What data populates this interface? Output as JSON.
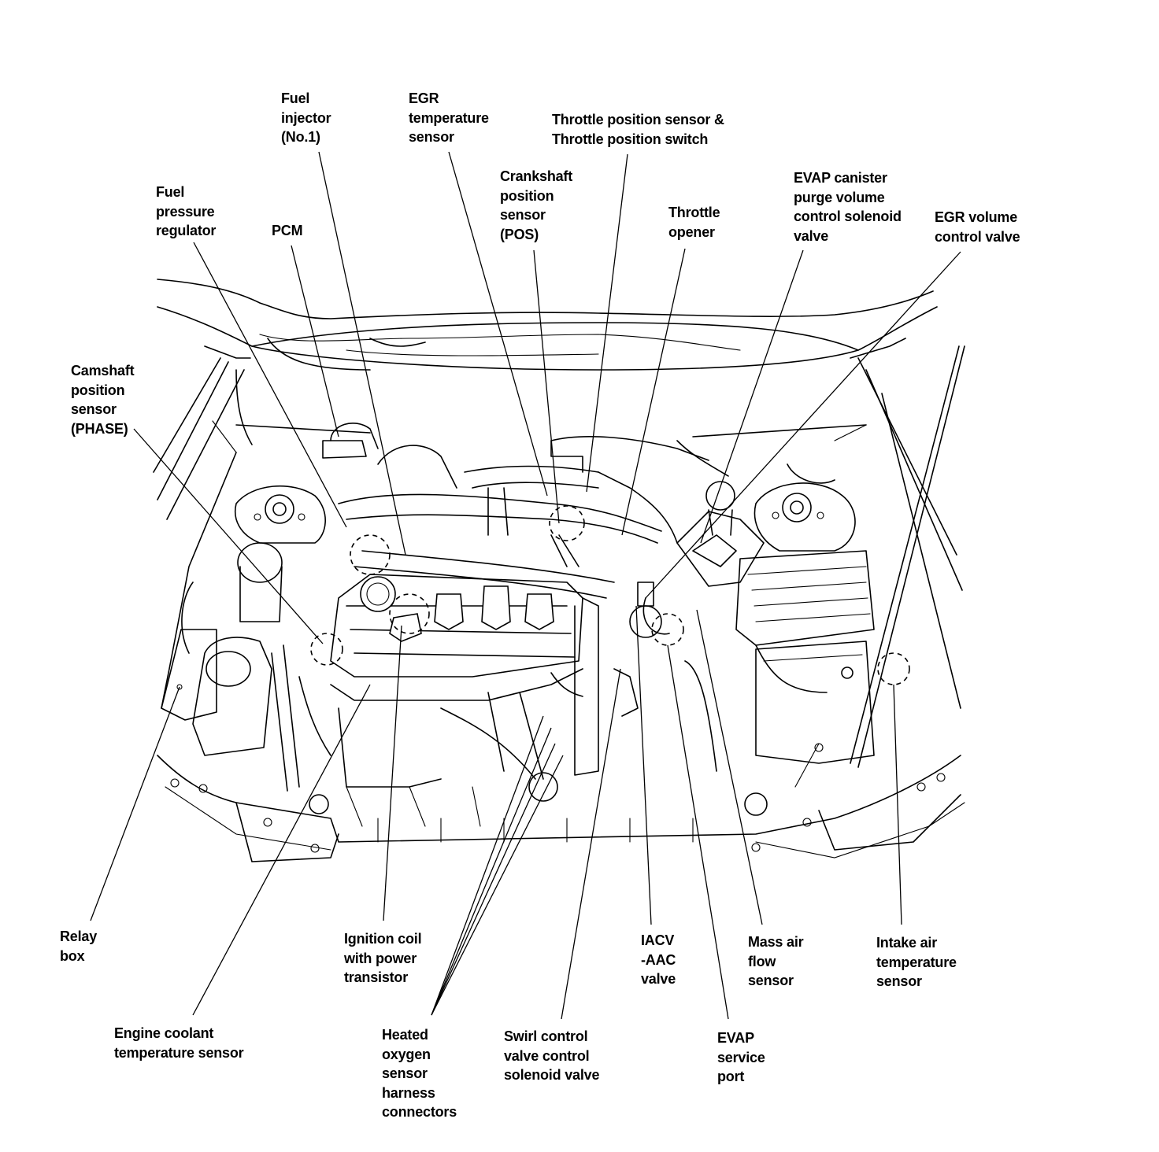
{
  "labels": {
    "fuel_injector": "Fuel\ninjector\n(No.1)",
    "egr_temp_sensor": "EGR\ntemperature\nsensor",
    "throttle_position_sensor": "Throttle position sensor &\nThrottle position switch",
    "crankshaft_position_sensor": "Crankshaft\nposition\nsensor\n(POS)",
    "throttle_opener": "Throttle\nopener",
    "evap_canister_purge": "EVAP canister\npurge volume\ncontrol solenoid\nvalve",
    "egr_volume_control_valve": "EGR volume\ncontrol valve",
    "fuel_pressure_regulator": "Fuel\npressure\nregulator",
    "pcm": "PCM",
    "camshaft_position_sensor": "Camshaft\nposition\nsensor\n(PHASE)",
    "relay_box": "Relay\nbox",
    "ignition_coil": "Ignition coil\nwith power\ntransistor",
    "iacv_aac_valve": "IACV\n-AAC\nvalve",
    "mass_air_flow_sensor": "Mass air\nflow\nsensor",
    "intake_air_temp_sensor": "Intake air\ntemperature\nsensor",
    "engine_coolant_temp_sensor": "Engine coolant\ntemperature sensor",
    "heated_oxygen_sensor_connectors": "Heated\noxygen\nsensor\nharness\nconnectors",
    "swirl_control_valve": "Swirl control\nvalve control\nsolenoid valve",
    "evap_service_port": "EVAP\nservice\nport"
  }
}
